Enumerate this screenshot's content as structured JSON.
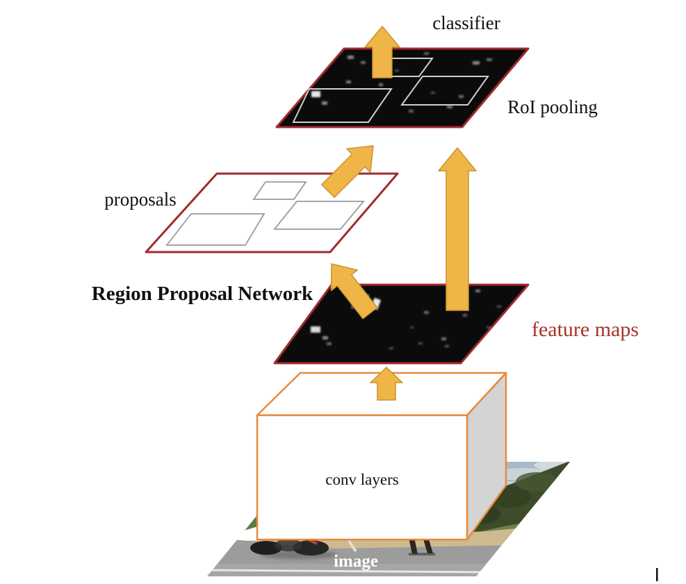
{
  "labels": {
    "classifier": "classifier",
    "roi_pooling": "RoI pooling",
    "proposals": "proposals",
    "region_proposal_network": "Region Proposal Network",
    "feature_maps": "feature maps",
    "conv_layers": "conv layers",
    "image": "image"
  },
  "colors": {
    "arrow_fill": "#EFB546",
    "arrow_stroke": "#C79330",
    "plane_border": "#A12A2D",
    "plane_black": "#0B0B0B",
    "feature_maps_text": "#A83228",
    "label_text": "#111111",
    "image_label_text": "#FFFFFF",
    "conv_box_border": "#E8883B",
    "conv_side_gray": "#D4D4D4",
    "roi_box_stroke": "#CFCFCF",
    "proposal_box_stroke": "#9A9A9A"
  }
}
